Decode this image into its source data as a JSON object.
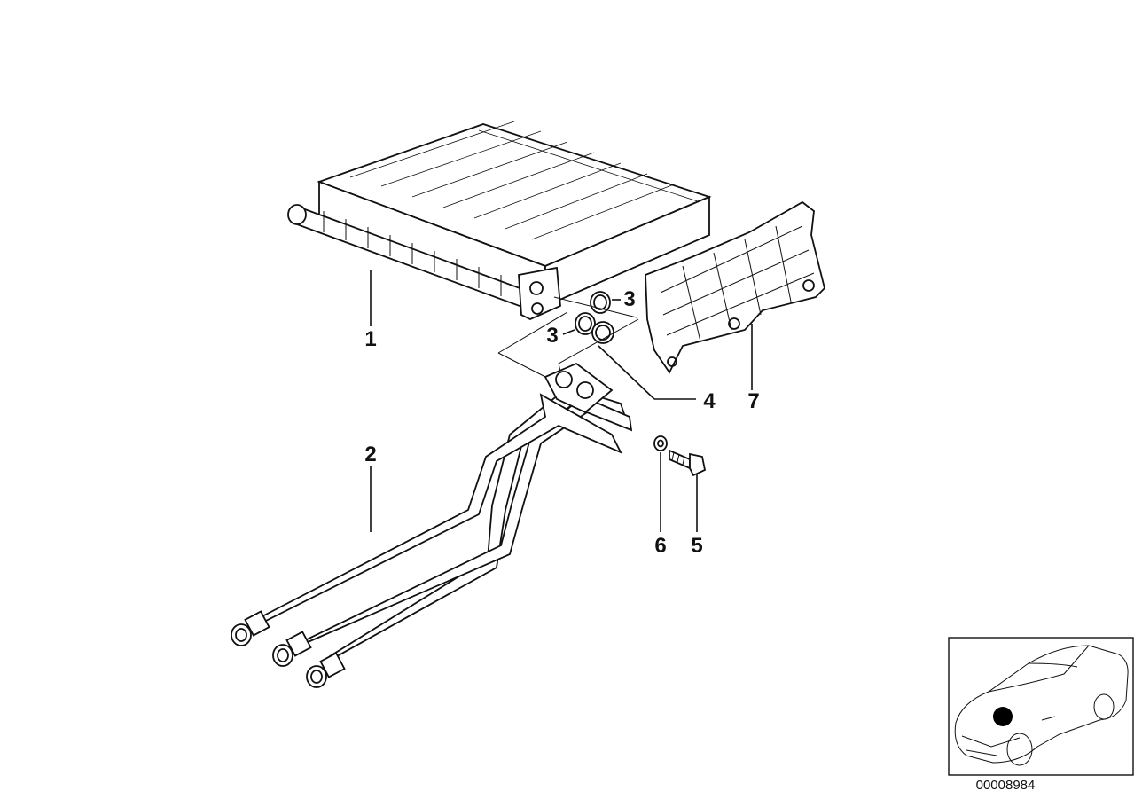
{
  "callouts": {
    "heater_core": "1",
    "pipes": "2",
    "oring_upper": "3",
    "oring_lower": "3",
    "clip": "4",
    "bolt": "5",
    "washer": "6",
    "cover": "7"
  },
  "thumbnail": {
    "doc_number": "00008984"
  }
}
